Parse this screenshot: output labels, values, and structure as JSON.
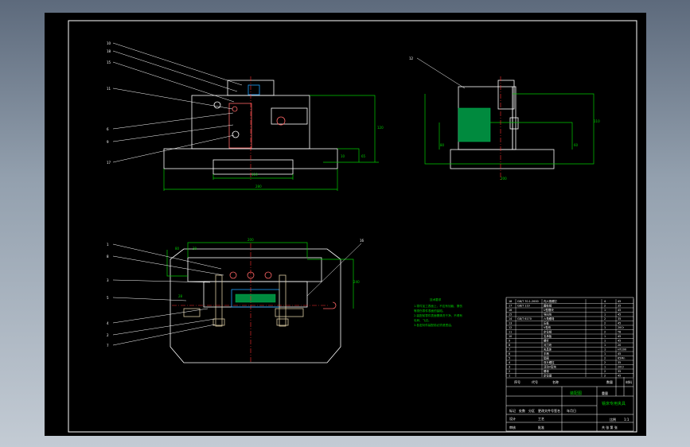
{
  "viewer": {
    "background_colors": [
      "#5d6a7c",
      "#c3cbd4"
    ]
  },
  "drawing": {
    "colors": {
      "outline": "#ffffff",
      "dimension": "#00cc00",
      "centerline": "#ff3030",
      "hatch_section": "#00b050",
      "hatch_line": "#1fa2ff",
      "fastener": "#ff6666",
      "bolt": "#d9c9a0",
      "leader": "#ffffff"
    },
    "labels": {
      "front_view_callouts": [
        "10",
        "18",
        "15",
        "11",
        "6",
        "9",
        "17"
      ],
      "side_view_callouts": [
        "12"
      ],
      "top_view_callouts": [
        "1",
        "8",
        "3",
        "5",
        "4",
        "2",
        "7",
        "16"
      ]
    },
    "dimensions": {
      "front_width_top": "110",
      "front_width_bottom": "280",
      "front_height": "120",
      "front_small_a": "10",
      "front_small_b": "65",
      "side_width": "200",
      "side_height": "110",
      "side_small_a": "80",
      "side_small_b": "60",
      "top_width": "200",
      "top_height": "240",
      "top_small_a": "80",
      "top_small_b": "30",
      "top_small_c": "28"
    },
    "tech_notes": {
      "title": "技术要求",
      "lines": [
        "1.零件加工表面上，不应有划痕、擦伤",
        "  等损伤零件表面的缺陷。",
        "2.装配前零件表面需清洗干净，不得有",
        "  毛刺、飞边。",
        "3.各密封件装配前必须浸透油。"
      ]
    },
    "title_block": {
      "parts_rows": [
        [
          "18",
          "GB/T 70.1-2000",
          "内六角螺钉",
          "4",
          "45"
        ],
        [
          "17",
          "GB/T 119",
          "圆柱销",
          "2",
          "35"
        ],
        [
          "16",
          "",
          "U型槽块",
          "1",
          "45"
        ],
        [
          "15",
          "",
          "导向块",
          "1",
          "45"
        ],
        [
          "14",
          "GB/T 6170",
          "六角螺母",
          "2",
          "35"
        ],
        [
          "13",
          "",
          "压板",
          "2",
          "45"
        ],
        [
          "12",
          "",
          "V型块",
          "1",
          "20Cr"
        ],
        [
          "11",
          "",
          "定位销",
          "2",
          "T8"
        ],
        [
          "10",
          "",
          "支承板",
          "1",
          "45"
        ],
        [
          "9",
          "",
          "螺杆",
          "1",
          "45"
        ],
        [
          "8",
          "",
          "对刀块",
          "1",
          "20"
        ],
        [
          "7",
          "",
          "夹具体",
          "1",
          "HT200"
        ],
        [
          "6",
          "",
          "手柄",
          "1",
          "45"
        ],
        [
          "5",
          "",
          "垫圈",
          "2",
          "65Mn"
        ],
        [
          "4",
          "",
          "双头螺柱",
          "2",
          "35"
        ],
        [
          "3",
          "",
          "活动V型块",
          "1",
          "20Cr"
        ],
        [
          "2",
          "",
          "螺母",
          "2",
          "35"
        ],
        [
          "1",
          "",
          "定位键",
          "2",
          "45"
        ]
      ],
      "header_cols": [
        "序号",
        "代号",
        "名称",
        "数量",
        "材料"
      ],
      "drawing_name": "装配图",
      "company": "铣床专用夹具",
      "scale": "1:1",
      "mark_cells": [
        "标记",
        "处数",
        "分区",
        "更改文件号",
        "签名",
        "年月日"
      ],
      "role_cells": [
        "设计",
        "审核",
        "工艺",
        "批准"
      ],
      "weight_label": "重量",
      "scale_label": "比例",
      "sheet_label": "共 张 第 张"
    }
  }
}
